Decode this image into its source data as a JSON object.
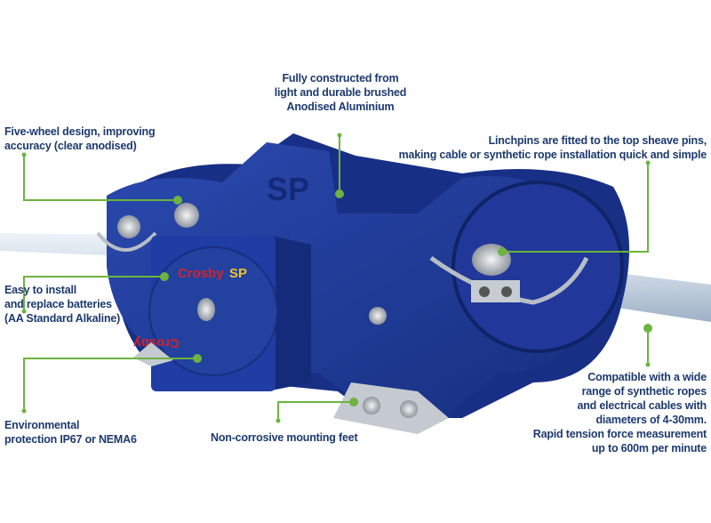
{
  "product": {
    "brand": "Crosby",
    "brand_mark": "SP"
  },
  "callouts": {
    "material": [
      "Fully constructed from",
      "light and durable brushed",
      "Anodised Aluminium"
    ],
    "wheels": [
      "Five-wheel design, improving",
      "accuracy (clear anodised)"
    ],
    "linchpins": [
      "Linchpins are fitted to the top sheave pins,",
      "making cable or synthetic rope installation quick and simple"
    ],
    "batteries": [
      "Easy to install",
      "and replace batteries",
      "(AA Standard Alkaline)"
    ],
    "protection": [
      "Environmental",
      "protection IP67 or NEMA6"
    ],
    "feet": [
      "Non-corrosive mounting feet"
    ],
    "compatibility": [
      "Compatible with a wide",
      "range of synthetic ropes",
      "and electrical cables with",
      "diameters of 4-30mm.",
      "Rapid tension force measurement",
      "up to 600m per minute"
    ]
  },
  "colors": {
    "text": "#1d3a6e",
    "leader": "#6db33f",
    "body": "#1e3a9a",
    "brand_red": "#d2232a"
  }
}
